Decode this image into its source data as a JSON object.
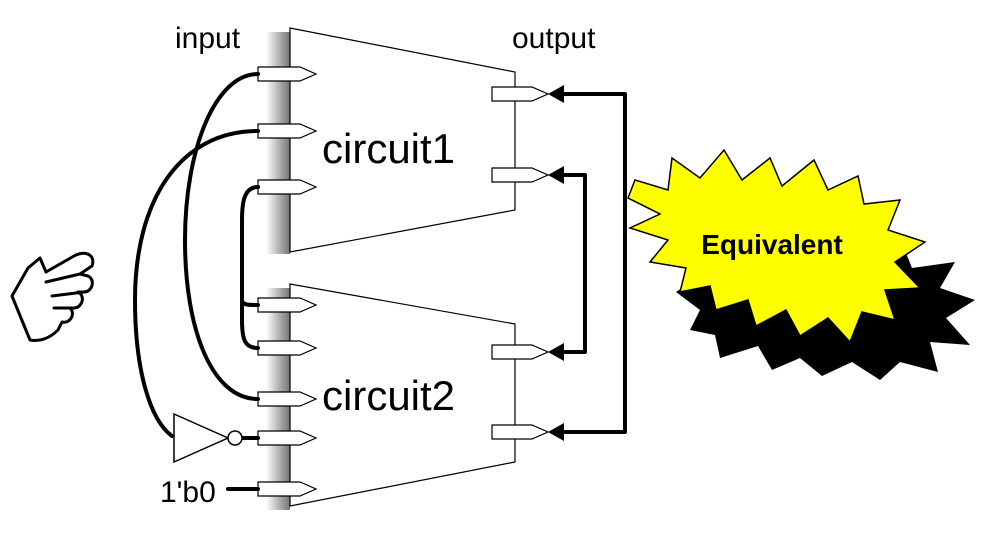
{
  "labels": {
    "input": "input",
    "output": "output",
    "circuit1": "circuit1",
    "circuit2": "circuit2",
    "constant": "1'b0",
    "result": "Equivalent"
  },
  "colors": {
    "burst_fill": "#ffff00",
    "burst_shadow": "#000000",
    "wire": "#000000"
  },
  "icons": [
    "pointing-hand-icon",
    "inverter-gate-icon"
  ]
}
